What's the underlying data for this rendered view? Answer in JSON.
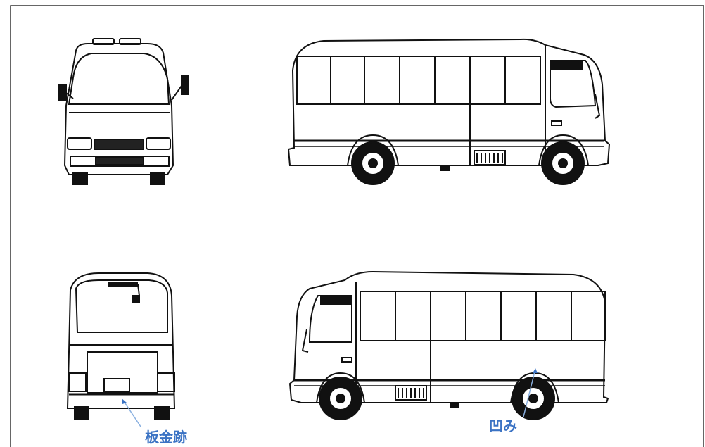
{
  "diagram": {
    "views": [
      {
        "id": "front",
        "name": "front-view"
      },
      {
        "id": "side-right",
        "name": "right-side-view"
      },
      {
        "id": "rear",
        "name": "rear-view"
      },
      {
        "id": "side-left",
        "name": "left-side-view"
      }
    ],
    "annotations": [
      {
        "id": "repair-mark",
        "label": "板金跡"
      },
      {
        "id": "dent",
        "label": "凹み"
      }
    ]
  },
  "colors": {
    "line": "#111111",
    "frame": "#333333",
    "annotation": "#3b73c4",
    "background": "#ffffff"
  }
}
